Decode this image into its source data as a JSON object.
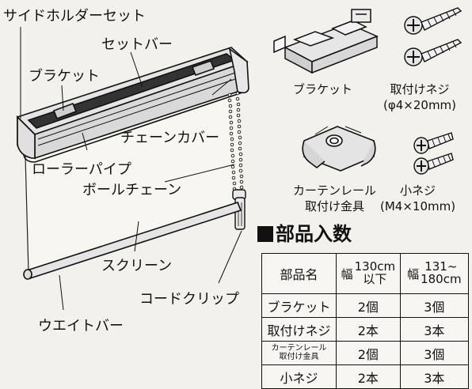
{
  "callouts": {
    "side_holder_set": "サイドホルダーセット",
    "set_bar": "セットバー",
    "bracket": "ブラケット",
    "chain_cover": "チェーンカバー",
    "roller_pipe": "ローラーパイプ",
    "ball_chain": "ボールチェーン",
    "screen": "スクリーン",
    "cord_clip": "コードクリップ",
    "weight_bar": "ウエイトバー"
  },
  "parts": {
    "bracket": "ブラケット",
    "mounting_screw": "取付けネジ",
    "mounting_screw_size": "(φ4×20mm)",
    "curtain_rail_line1": "カーテンレール",
    "curtain_rail_line2": "取付け金具",
    "small_screw": "小ネジ",
    "small_screw_size": "(M4×10mm)"
  },
  "count_section": {
    "title": "部品入数",
    "header": {
      "part_name": "部品名",
      "col1_prefix": "幅",
      "col1_line1": "130cm",
      "col1_line2": "以下",
      "col2_prefix": "幅",
      "col2_line1": "131~",
      "col2_line2": "180cm"
    },
    "rows": [
      {
        "name": "ブラケット",
        "a": "2個",
        "b": "3個"
      },
      {
        "name": "取付けネジ",
        "a": "2本",
        "b": "3本"
      },
      {
        "name_line1": "カーテンレール",
        "name_line2": "取付け金具",
        "a": "2個",
        "b": "3個"
      },
      {
        "name": "小ネジ",
        "a": "2本",
        "b": "3本"
      }
    ]
  }
}
